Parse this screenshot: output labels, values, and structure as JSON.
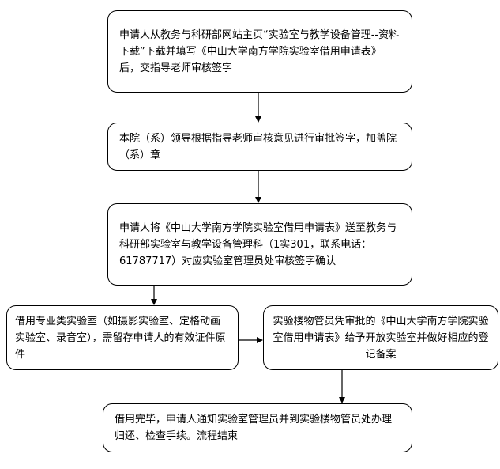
{
  "steps": {
    "s1": "申请人从教务与科研部网站主页“实验室与教学设备管理--资料下载”下载并填写《中山大学南方学院实验室借用申请表》后，交指导老师审核签字",
    "s2": "本院（系）领导根据指导老师审核意见进行审批签字，加盖院（系）章",
    "s3": "申请人将《中山大学南方学院实验室借用申请表》送至教务与科研部实验室与教学设备管理科（1实301，联系电话：61787717）对应实验室管理员处审核签字确认",
    "s4": "借用专业类实验室（如摄影实验室、定格动画实验室、录音室），需留存申请人的有效证件原件",
    "s5": "实验楼物管员凭审批的《中山大学南方学院实验室借用申请表》给予开放实验室并做好相应的登记备案",
    "s6": "借用完毕，申请人通知实验室管理员并到实验楼物管员处办理归还、检查手续。流程结束"
  }
}
